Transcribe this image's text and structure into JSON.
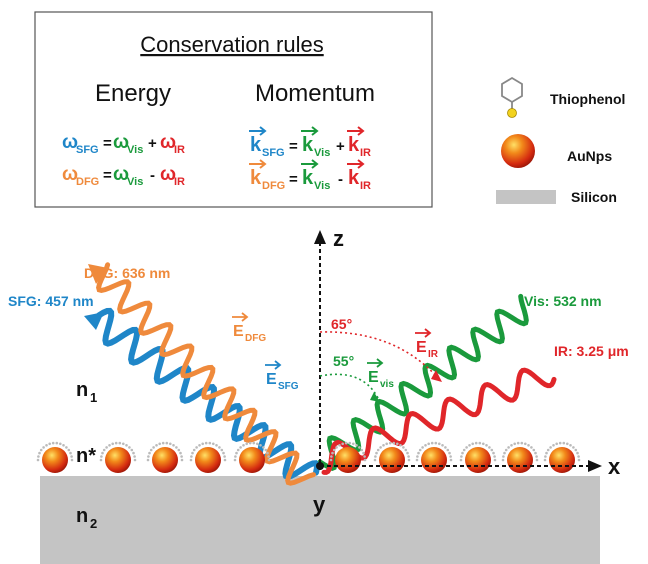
{
  "box": {
    "title": "Conservation rules",
    "energy_heading": "Energy",
    "momentum_heading": "Momentum",
    "energy_sfg": {
      "lhs": "ω",
      "lhs_sub": "SFG",
      "a": "ω",
      "a_sub": "Vis",
      "op": "+",
      "b": "ω",
      "b_sub": "IR"
    },
    "energy_dfg": {
      "lhs": "ω",
      "lhs_sub": "DFG",
      "a": "ω",
      "a_sub": "Vis",
      "op": "-",
      "b": "ω",
      "b_sub": "IR"
    },
    "momentum_sfg": {
      "lhs": "k",
      "lhs_sub": "SFG",
      "a": "k",
      "a_sub": "Vis",
      "op": "+",
      "b": "k",
      "b_sub": "IR"
    },
    "momentum_dfg": {
      "lhs": "k",
      "lhs_sub": "DFG",
      "a": "k",
      "a_sub": "Vis",
      "op": "-",
      "b": "k",
      "b_sub": "IR"
    },
    "eq": "="
  },
  "legend": {
    "thiophenol": "Thiophenol",
    "aunps": "AuNps",
    "silicon": "Silicon"
  },
  "axes": {
    "z": "z",
    "x": "x",
    "y": "y"
  },
  "media": {
    "n1": "n",
    "n1_sub": "1",
    "nstar": "n*",
    "n2": "n",
    "n2_sub": "2"
  },
  "beams": {
    "dfg_label": "DFG: 636 nm",
    "sfg_label": "SFG: 457 nm",
    "vis_label": "Vis: 532 nm",
    "ir_label": "IR: 3.25 μm",
    "e_dfg": "E",
    "e_dfg_sub": "DFG",
    "e_sfg": "E",
    "e_sfg_sub": "SFG",
    "e_ir": "E",
    "e_ir_sub": "IR",
    "e_vis": "E",
    "e_vis_sub": "vis"
  },
  "angles": {
    "ir": "65°",
    "vis": "55°"
  },
  "colors": {
    "sfg": "#1f86c8",
    "dfg": "#ef8a3c",
    "vis": "#1a9a3c",
    "ir": "#e0262a",
    "silicon": "#c4c4c4",
    "text": "#111111"
  }
}
